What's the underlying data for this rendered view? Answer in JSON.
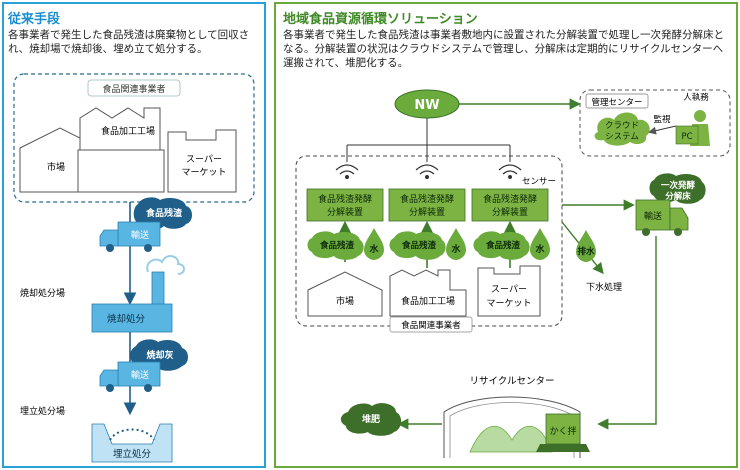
{
  "left": {
    "title": "従来手段",
    "description": "各事業者で発生した食品残渣は廃棄物として回収され、焼却場で焼却後、埋め立て処分する。",
    "group_label": "食品関連事業者",
    "facilities": [
      "市場",
      "食品加工工場",
      "スーパーマーケット"
    ],
    "supermarket_lines": [
      "スーパー",
      "マーケット"
    ],
    "waste_label": "食品残渣",
    "transport_label": "輸送",
    "incineration_site": "焼却処分場",
    "incineration_label": "焼却処分",
    "ash_label": "焼却灰",
    "transport_label_2": "輸送",
    "landfill_site": "埋立処分場",
    "landfill_label": "埋立処分"
  },
  "right": {
    "title": "地域食品資源循環ソリューション",
    "description": "各事業者で発生した食品残渣は事業者敷地内に設置された分解装置で処理し一次発酵分解床となる。分解装置の状況はクラウドシステムで管理し、分解床は定期的にリサイクルセンターへ運搬されて、堆肥化する。",
    "nw_label": "NW",
    "management_center": "管理センター",
    "monitor_label": "監視",
    "cloud_lines": [
      "クラウド",
      "システム"
    ],
    "person_label": "人執務",
    "pc_label": "PC",
    "sensor_label": "センサー",
    "device_lines": [
      "食品残渣発酵",
      "分解装置"
    ],
    "waste_label": "食品残渣",
    "water_label": "水",
    "facilities": [
      "市場",
      "食品加工工場",
      "スーパーマーケット"
    ],
    "supermarket_lines": [
      "スーパー",
      "マーケット"
    ],
    "group_label": "食品関連事業者",
    "drainage_label": "排水",
    "sewage_label": "下水処理",
    "primary_bed_lines": [
      "一次発酵",
      "分解床"
    ],
    "transport_label": "輸送",
    "recycle_center": "リサイクルセンター",
    "mixing_label": "かく拌",
    "compost_label": "堆肥"
  },
  "colors": {
    "left_border": "#2aa0d8",
    "right_border": "#6aaa3a",
    "blue_shape": "#59b6e3",
    "dark_blue": "#1f6f9c",
    "green_shape": "#7cb342",
    "dark_green": "#3e6f2a"
  }
}
